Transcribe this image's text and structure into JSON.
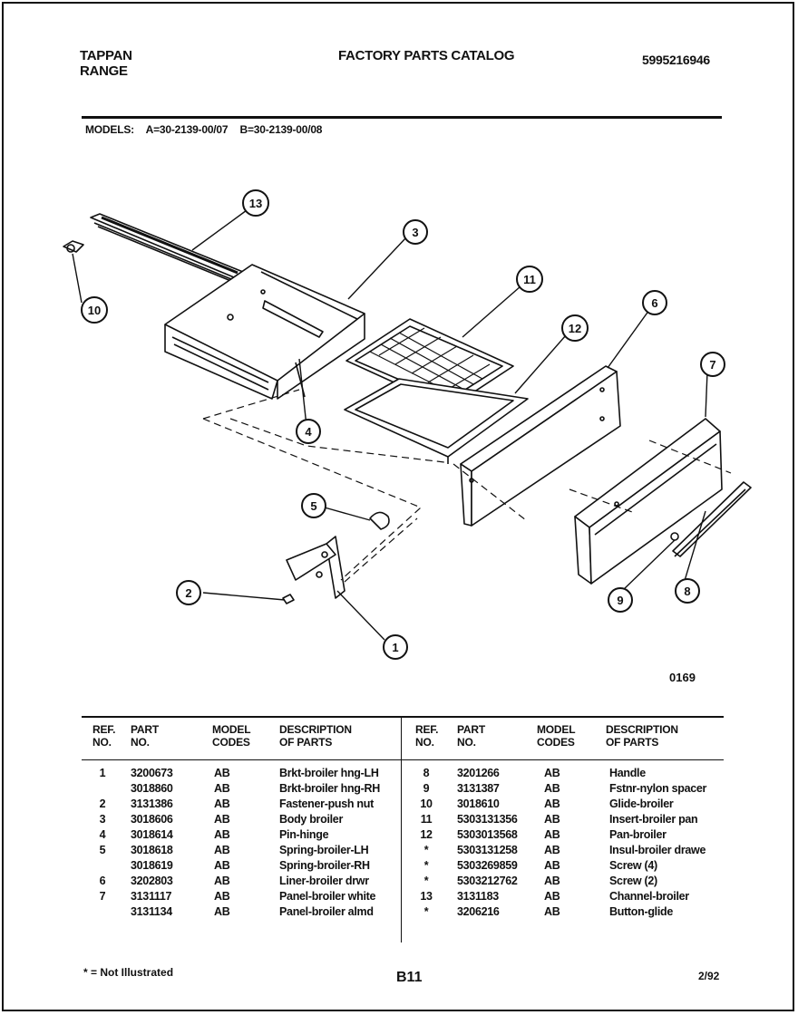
{
  "header": {
    "brand_line1": "TAPPAN",
    "brand_line2": "RANGE",
    "title": "FACTORY PARTS CATALOG",
    "catalog_number": "5995216946"
  },
  "models": {
    "label": "MODELS:",
    "model_a": "A=30-2139-00/07",
    "model_b": "B=30-2139-00/08"
  },
  "diagram": {
    "code": "0169",
    "callouts": [
      "1",
      "2",
      "3",
      "4",
      "5",
      "6",
      "7",
      "8",
      "9",
      "10",
      "11",
      "12",
      "13"
    ]
  },
  "table": {
    "headers": {
      "ref_line1": "REF.",
      "ref_line2": "NO.",
      "part_line1": "PART",
      "part_line2": "NO.",
      "code_line1": "MODEL",
      "code_line2": "CODES",
      "desc_line1": "DESCRIPTION",
      "desc_line2": "OF PARTS"
    },
    "left_rows": [
      {
        "ref": "1",
        "part": "3200673",
        "code": "AB",
        "desc": "Brkt-broiler hng-LH"
      },
      {
        "ref": "",
        "part": "3018860",
        "code": "AB",
        "desc": "Brkt-broiler hng-RH"
      },
      {
        "ref": "2",
        "part": "3131386",
        "code": "AB",
        "desc": "Fastener-push nut"
      },
      {
        "ref": "3",
        "part": "3018606",
        "code": "AB",
        "desc": "Body broiler"
      },
      {
        "ref": "4",
        "part": "3018614",
        "code": "AB",
        "desc": "Pin-hinge"
      },
      {
        "ref": "5",
        "part": "3018618",
        "code": "AB",
        "desc": "Spring-broiler-LH"
      },
      {
        "ref": "",
        "part": "3018619",
        "code": "AB",
        "desc": "Spring-broiler-RH"
      },
      {
        "ref": "6",
        "part": "3202803",
        "code": "AB",
        "desc": "Liner-broiler drwr"
      },
      {
        "ref": "7",
        "part": "3131117",
        "code": "AB",
        "desc": "Panel-broiler white"
      },
      {
        "ref": "",
        "part": "3131134",
        "code": "AB",
        "desc": "Panel-broiler almd"
      }
    ],
    "right_rows": [
      {
        "ref": "8",
        "part": "3201266",
        "code": "AB",
        "desc": "Handle"
      },
      {
        "ref": "9",
        "part": "3131387",
        "code": "AB",
        "desc": "Fstnr-nylon spacer"
      },
      {
        "ref": "10",
        "part": "3018610",
        "code": "AB",
        "desc": "Glide-broiler"
      },
      {
        "ref": "11",
        "part": "5303131356",
        "code": "AB",
        "desc": "Insert-broiler pan"
      },
      {
        "ref": "12",
        "part": "5303013568",
        "code": "AB",
        "desc": "Pan-broiler"
      },
      {
        "ref": "*",
        "part": "5303131258",
        "code": "AB",
        "desc": "Insul-broiler drawe"
      },
      {
        "ref": "*",
        "part": "5303269859",
        "code": "AB",
        "desc": "Screw (4)"
      },
      {
        "ref": "*",
        "part": "5303212762",
        "code": "AB",
        "desc": "Screw (2)"
      },
      {
        "ref": "13",
        "part": "3131183",
        "code": "AB",
        "desc": "Channel-broiler"
      },
      {
        "ref": "*",
        "part": "3206216",
        "code": "AB",
        "desc": "Button-glide"
      }
    ]
  },
  "footer": {
    "note": "* = Not Illustrated",
    "page": "B11",
    "date": "2/92"
  }
}
